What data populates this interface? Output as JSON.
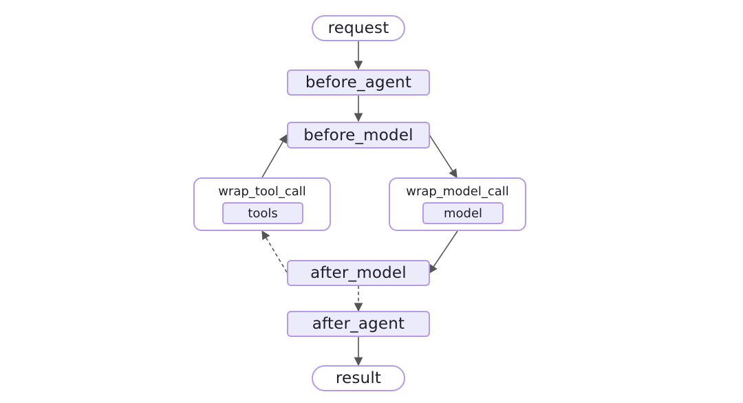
{
  "diagram": {
    "nodes": {
      "request": "request",
      "before_agent": "before_agent",
      "before_model": "before_model",
      "after_model": "after_model",
      "after_agent": "after_agent",
      "result": "result"
    },
    "groups": {
      "wrap_tool_call": {
        "label": "wrap_tool_call",
        "inner": "tools"
      },
      "wrap_model_call": {
        "label": "wrap_model_call",
        "inner": "model"
      }
    },
    "edges": [
      {
        "from": "request",
        "to": "before_agent",
        "style": "solid"
      },
      {
        "from": "before_agent",
        "to": "before_model",
        "style": "solid"
      },
      {
        "from": "before_model",
        "to": "wrap_model_call",
        "style": "solid"
      },
      {
        "from": "wrap_model_call",
        "to": "after_model",
        "style": "solid"
      },
      {
        "from": "after_model",
        "to": "wrap_tool_call",
        "style": "dashed"
      },
      {
        "from": "wrap_tool_call",
        "to": "before_model",
        "style": "solid"
      },
      {
        "from": "after_model",
        "to": "after_agent",
        "style": "dashed"
      },
      {
        "from": "after_agent",
        "to": "result",
        "style": "solid"
      }
    ],
    "colors": {
      "node_fill": "#ecebfb",
      "node_border": "#b69ae6",
      "edge": "#555555"
    }
  }
}
